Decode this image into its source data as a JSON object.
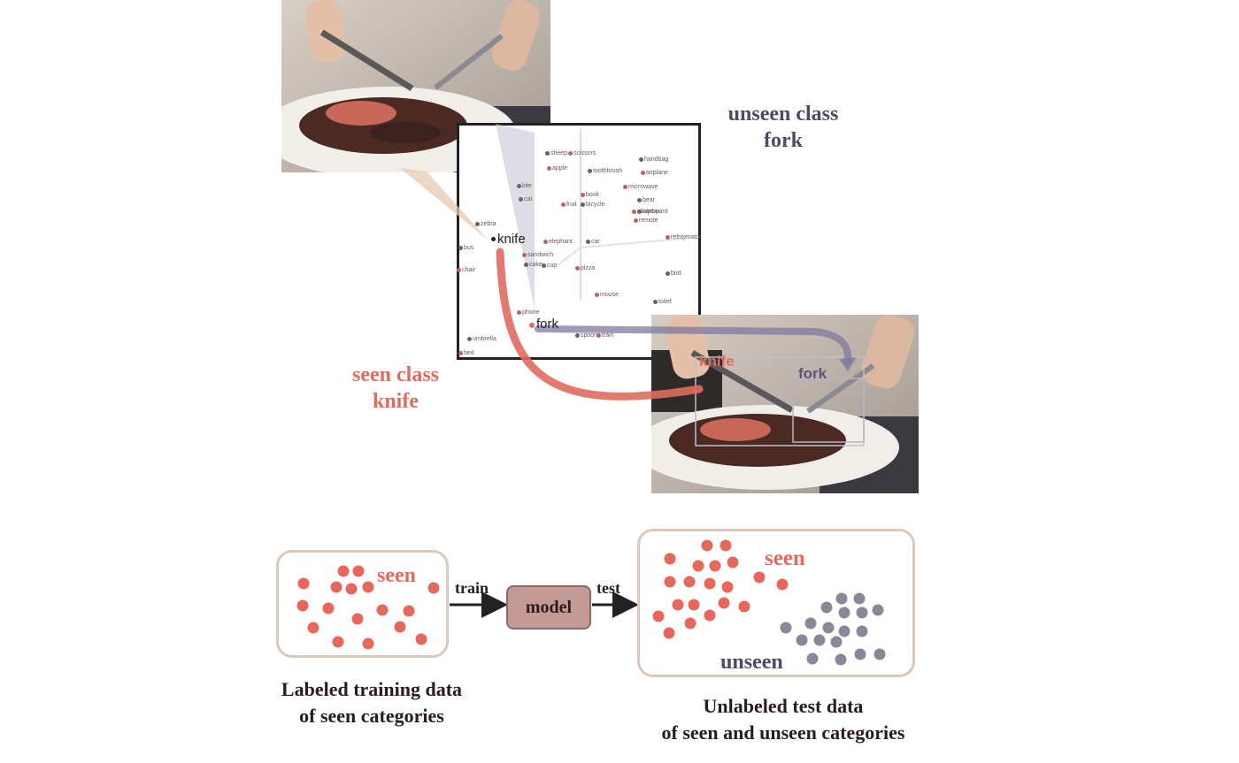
{
  "top_diagram": {
    "unseen_label": [
      "unseen class",
      "fork"
    ],
    "seen_label": [
      "seen class",
      "knife"
    ],
    "embedding": {
      "highlight_words": [
        "knife",
        "fork"
      ],
      "small_words": [
        "sheep",
        "scissors",
        "handbag",
        "apple",
        "toothbrush",
        "airplane",
        "kite",
        "microwave",
        "cat",
        "book",
        "bear",
        "fruit",
        "bicycle",
        "skateboard",
        "laptop",
        "remote",
        "zebra",
        "elephant",
        "car",
        "refrigerator",
        "bus",
        "sandwich",
        "cup",
        "chair",
        "cake",
        "pizza",
        "bird",
        "mouse",
        "toilet",
        "phone",
        "umbrella",
        "bed",
        "spoon",
        "train"
      ]
    },
    "bbox_labels": {
      "knife": "knife",
      "fork": "fork"
    },
    "colors": {
      "seen": "#e06b5f",
      "unseen": "#4e4a64",
      "box": "#222222"
    }
  },
  "bottom_diagram": {
    "train_panel_label": "seen",
    "train_arrow_label": "train",
    "model_label": "model",
    "test_arrow_label": "test",
    "test_seen_label": "seen",
    "test_unseen_label": "unseen",
    "train_caption": [
      "Labeled training data",
      "of seen categories"
    ],
    "test_caption": [
      "Unlabeled test data",
      "of seen and unseen categories"
    ],
    "colors": {
      "seen_dot": "#e8675c",
      "unseen_dot": "#8a8898",
      "panel_border": "#dcc8b6",
      "model_fill": "#c49a96"
    }
  }
}
